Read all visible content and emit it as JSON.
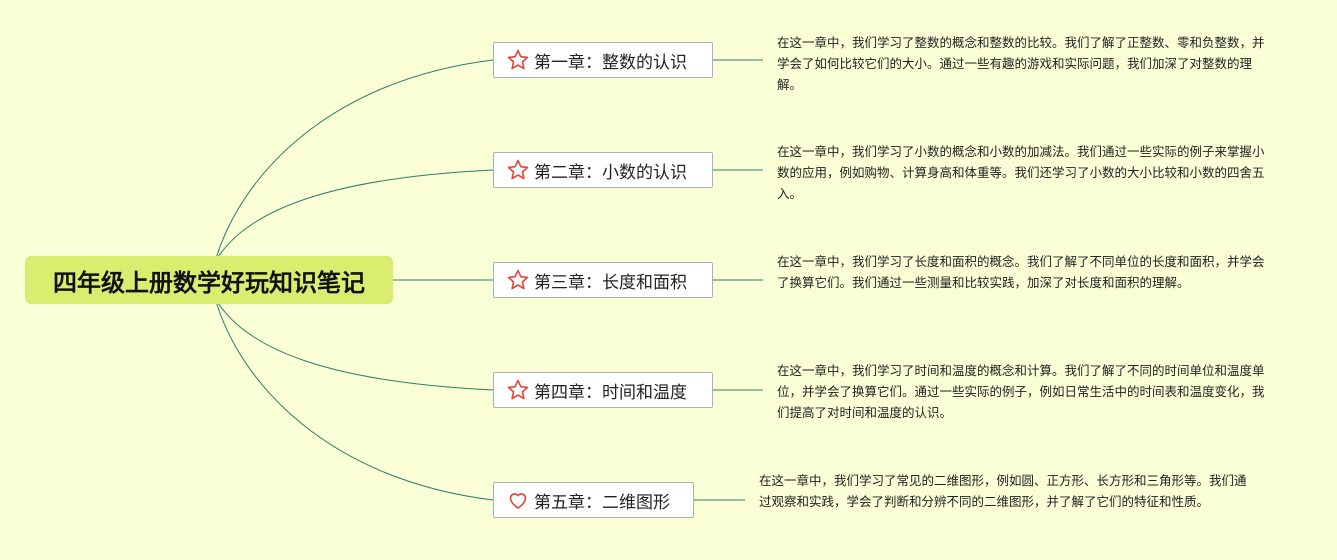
{
  "root": {
    "title": "四年级上册数学好玩知识笔记"
  },
  "colors": {
    "background": "#fbffd6",
    "root_fill": "#d9ee6e",
    "line": "#2e7d6b",
    "box_border": "#9fb6ba",
    "icon": "#e0453a"
  },
  "chapters": [
    {
      "title": "第一章：整数的认识",
      "icon": "star-icon",
      "note": "在这一章中，我们学习了整数的概念和整数的比较。我们了解了正整数、零和负整数，并学会了如何比较它们的大小。通过一些有趣的游戏和实际问题，我们加深了对整数的理解。"
    },
    {
      "title": "第二章：小数的认识",
      "icon": "star-icon",
      "note": "在这一章中，我们学习了小数的概念和小数的加减法。我们通过一些实际的例子来掌握小数的应用，例如购物、计算身高和体重等。我们还学习了小数的大小比较和小数的四舍五入。"
    },
    {
      "title": "第三章：长度和面积",
      "icon": "star-icon",
      "note": "在这一章中，我们学习了长度和面积的概念。我们了解了不同单位的长度和面积，并学会了换算它们。我们通过一些测量和比较实践，加深了对长度和面积的理解。"
    },
    {
      "title": "第四章：时间和温度",
      "icon": "star-icon",
      "note": "在这一章中，我们学习了时间和温度的概念和计算。我们了解了不同的时间单位和温度单位，并学会了换算它们。通过一些实际的例子，例如日常生活中的时间表和温度变化，我们提高了对时间和温度的认识。"
    },
    {
      "title": "第五章：二维图形",
      "icon": "heart-icon",
      "note": "在这一章中，我们学习了常见的二维图形，例如圆、正方形、长方形和三角形等。我们通过观察和实践，学会了判断和分辨不同的二维图形，并了解了它们的特征和性质。"
    }
  ]
}
